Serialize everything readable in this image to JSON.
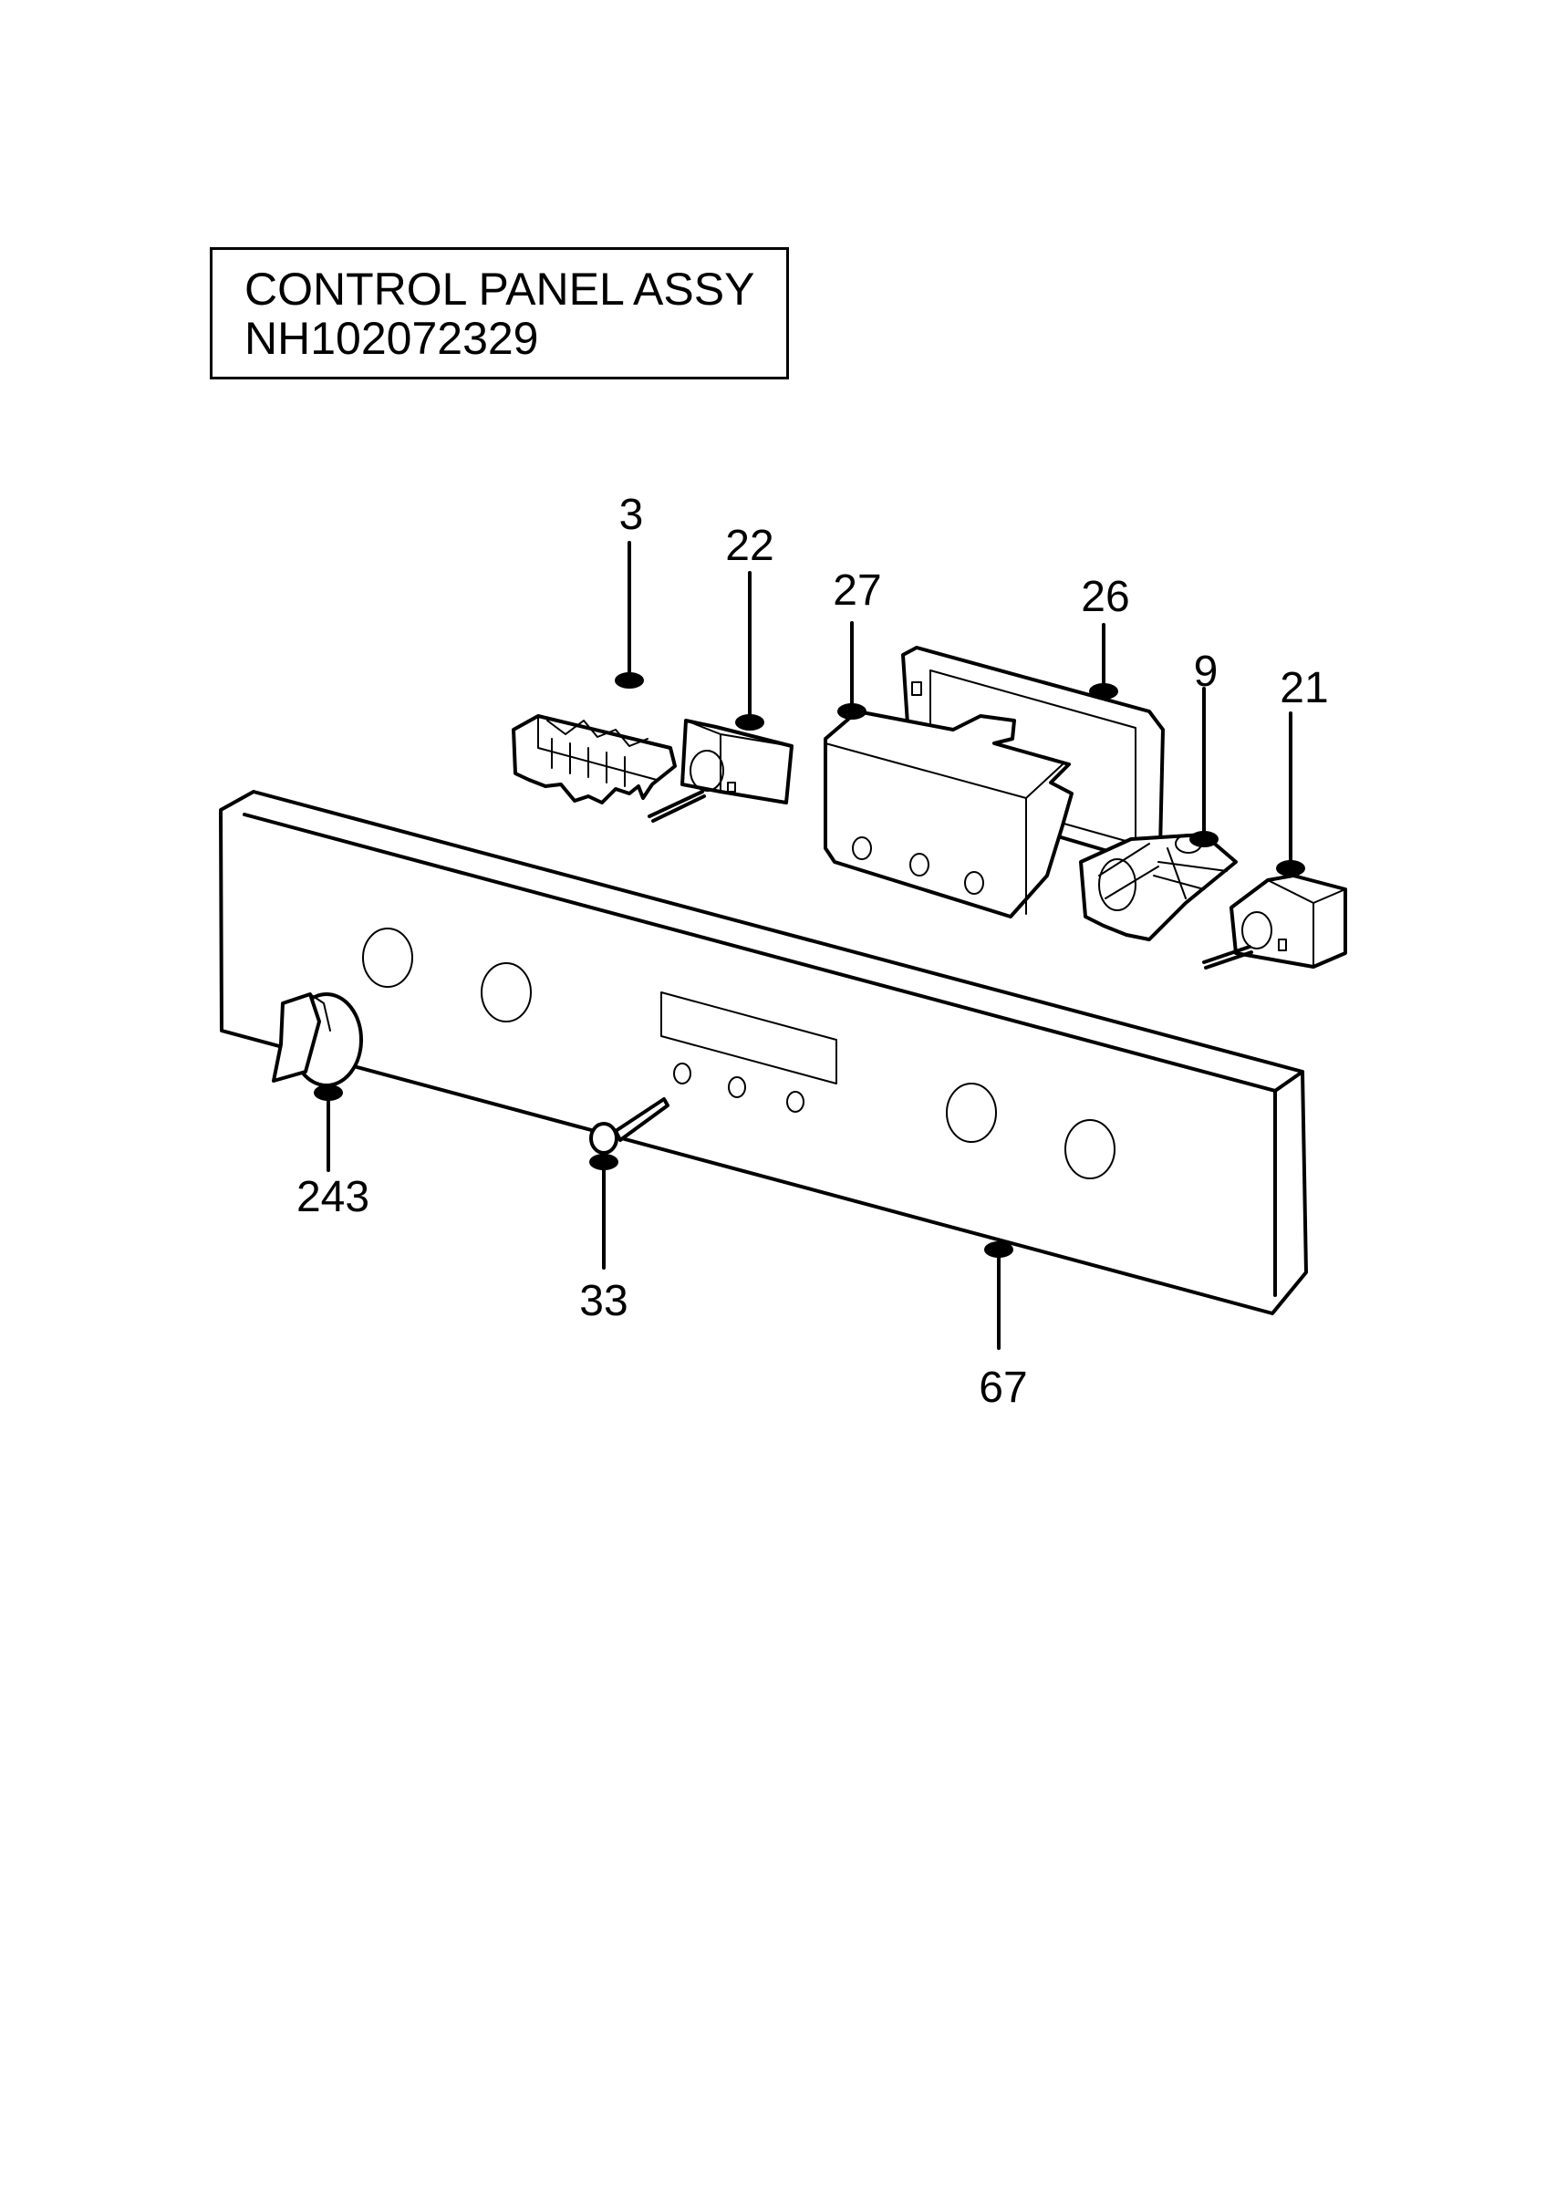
{
  "title": {
    "line1": "CONTROL PANEL ASSY",
    "line2": "NH102072329"
  },
  "callouts": {
    "c3": "3",
    "c22": "22",
    "c27": "27",
    "c26": "26",
    "c9": "9",
    "c21": "21",
    "c243": "243",
    "c33": "33",
    "c67": "67"
  }
}
